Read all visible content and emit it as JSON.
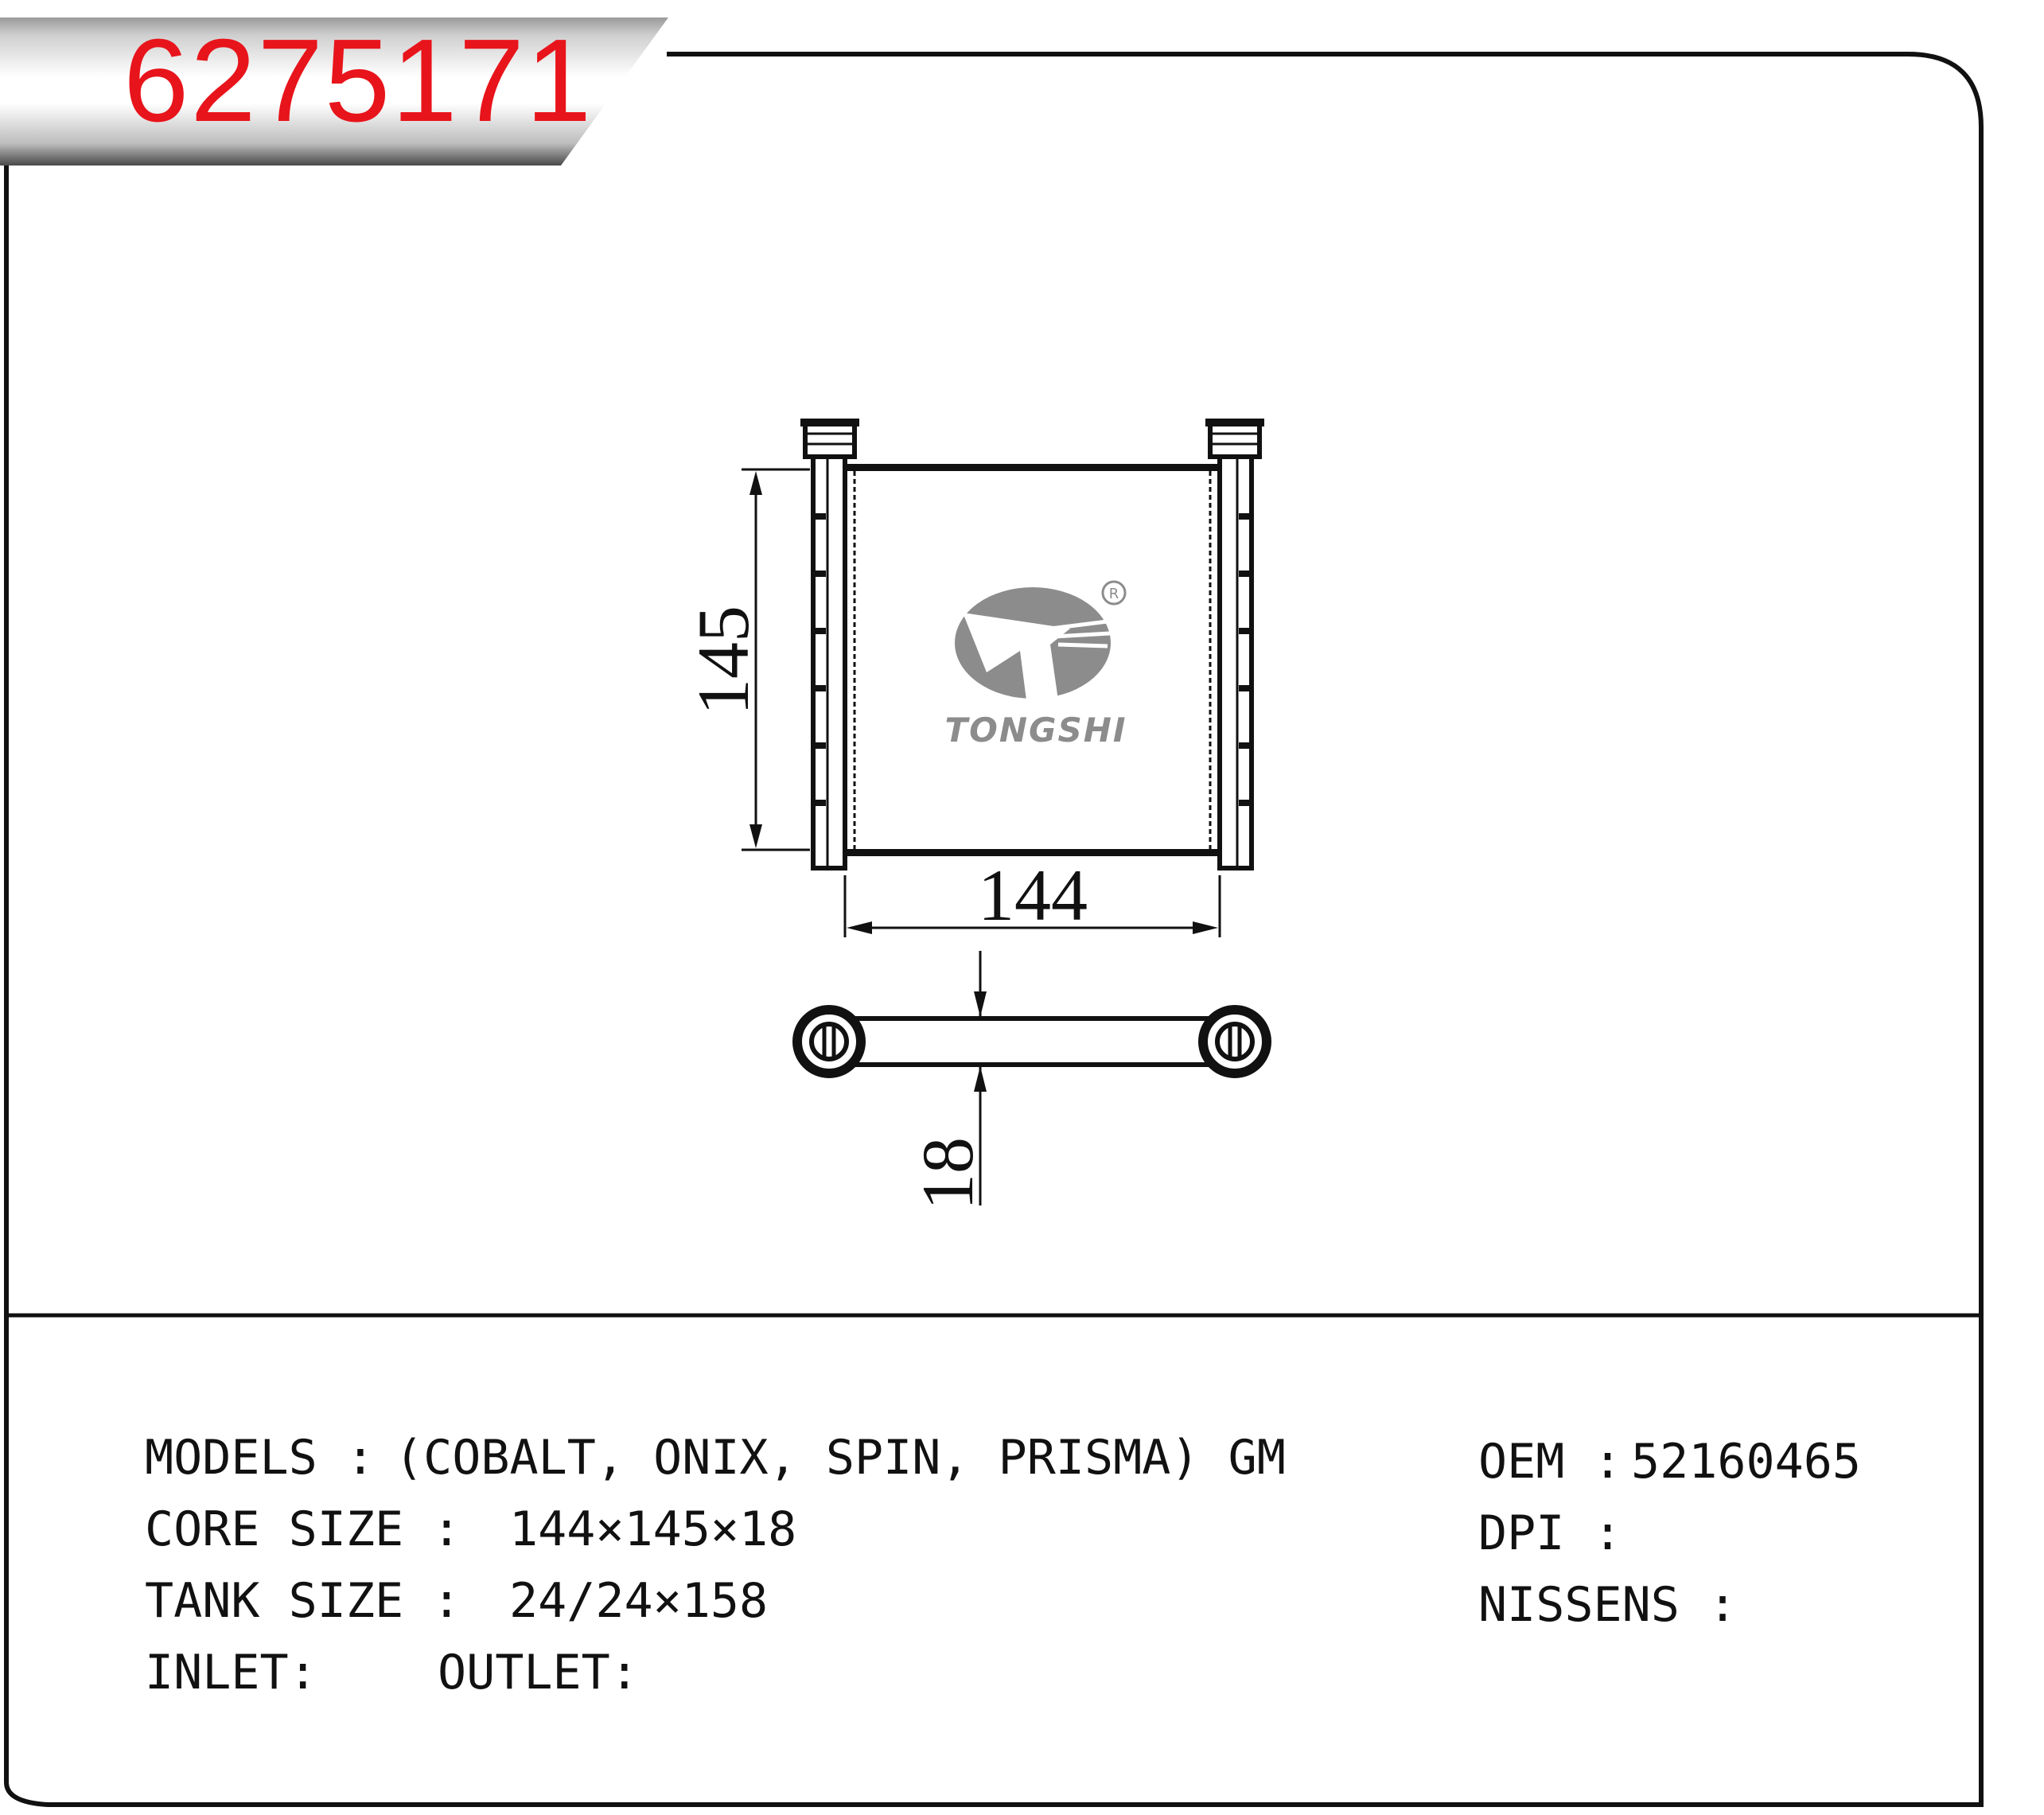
{
  "header": {
    "part_number": "6275171",
    "accent_color": "#e8141b"
  },
  "drawing": {
    "core_width_label": "144",
    "core_height_label": "145",
    "core_thickness_label": "18",
    "brand_logo": {
      "name": "TONGSHI",
      "registered_mark": "R",
      "icon": "tongshi-logo-icon"
    }
  },
  "specs": {
    "models_label": "MODELS :",
    "models_value": "(COBALT, ONIX, SPIN, PRISMA) GM",
    "core_size_label": "CORE SIZE :",
    "core_size_value": "144×145×18",
    "tank_size_label": "TANK SIZE :",
    "tank_size_value": "24/24×158",
    "inlet_label": "INLET:",
    "outlet_label": "OUTLET:",
    "oem_label": "OEM :",
    "oem_value": "52160465",
    "dpi_label": "DPI :",
    "dpi_value": "",
    "nissens_label": "NISSENS :",
    "nissens_value": ""
  }
}
